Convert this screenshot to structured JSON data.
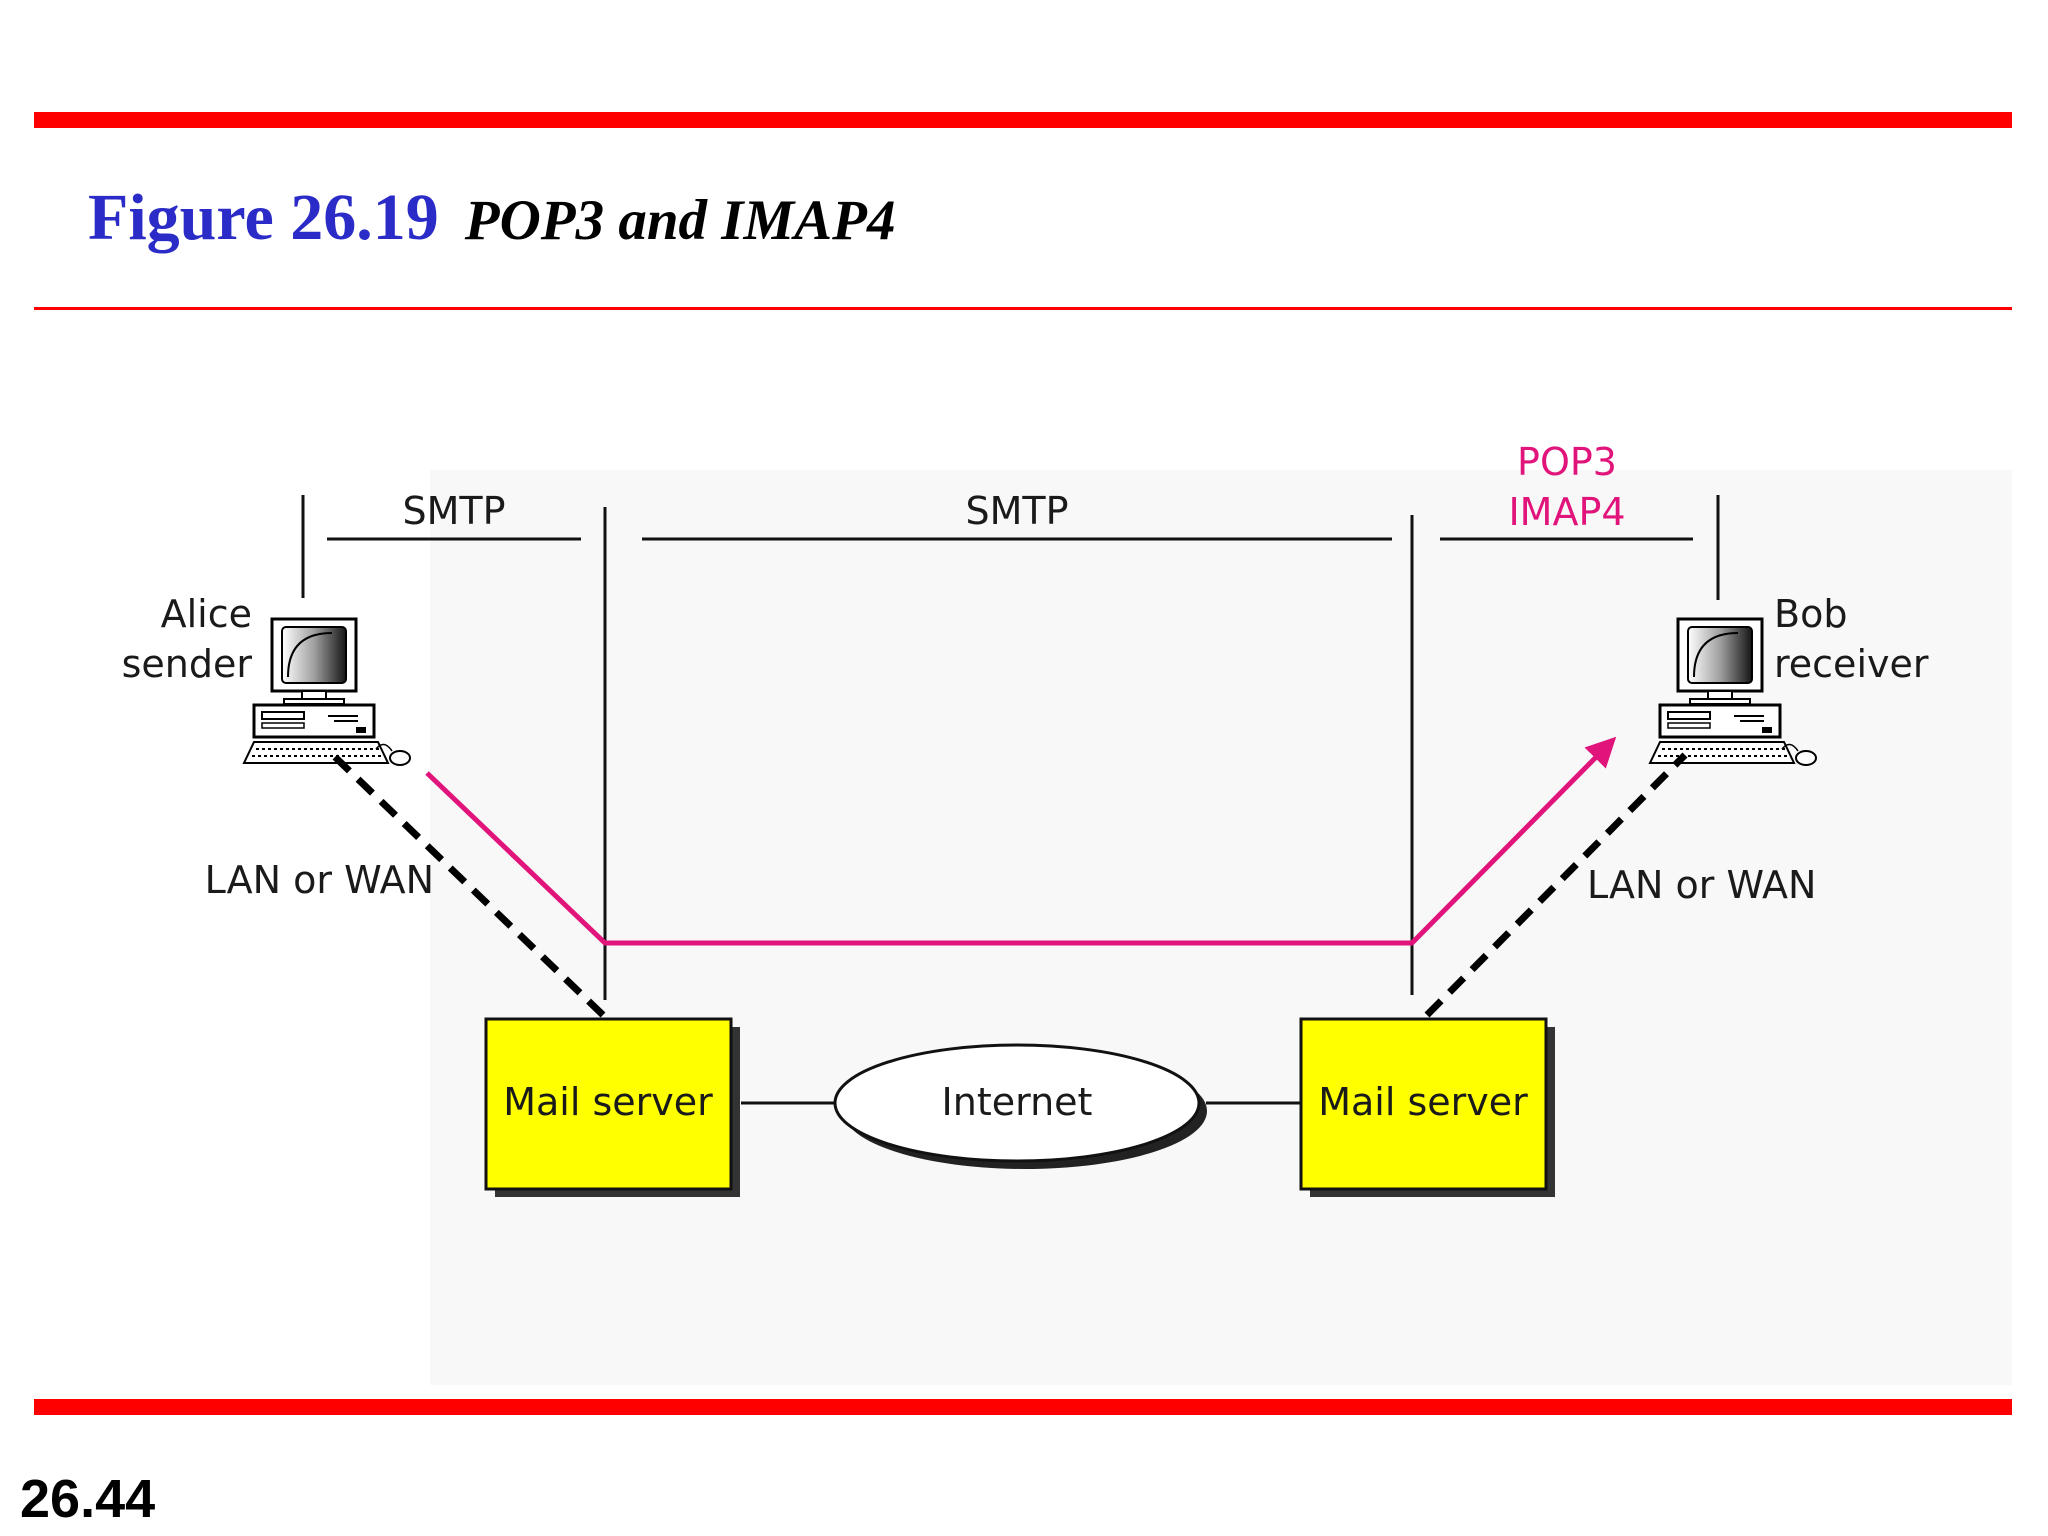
{
  "title": {
    "figure_number": "Figure 26.19",
    "caption": "POP3 and IMAP4"
  },
  "page_number": "26.44",
  "diagram": {
    "sender": {
      "name": "Alice",
      "role": "sender"
    },
    "receiver": {
      "name": "Bob",
      "role": "receiver"
    },
    "protocols": {
      "sender_to_server": "SMTP",
      "server_to_server": "SMTP",
      "server_to_receiver_line1": "POP3",
      "server_to_receiver_line2": "IMAP4"
    },
    "links": {
      "left": "LAN or WAN",
      "right": "LAN or WAN"
    },
    "servers": {
      "left": "Mail server",
      "right": "Mail server"
    },
    "network": "Internet"
  },
  "colors": {
    "rule": "#ff0000",
    "figure_number": "#2b2bc8",
    "message_path": "#e0147a",
    "server_box": "#ffff00"
  }
}
